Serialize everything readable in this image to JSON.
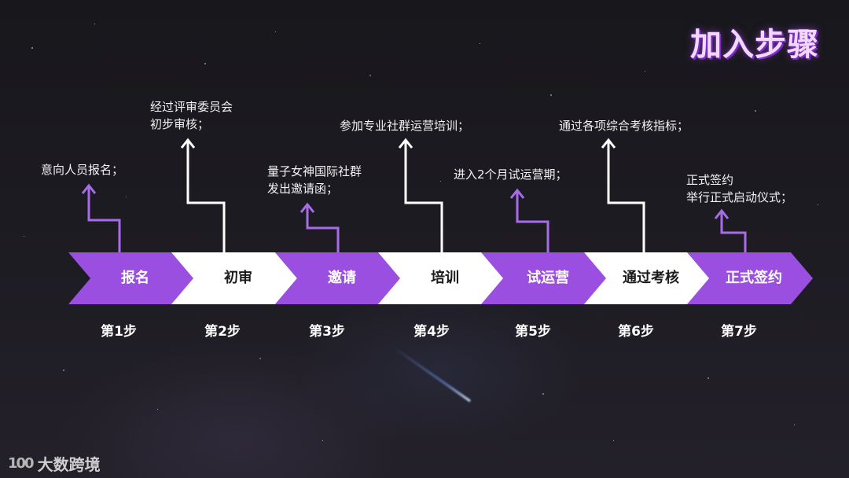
{
  "title": "加入步骤",
  "steps": [
    {
      "name": "报名",
      "step": "第1步",
      "note": [
        "意向人员报名；"
      ],
      "color": "purple"
    },
    {
      "name": "初审",
      "step": "第2步",
      "note": [
        "经过评审委员会",
        "初步审核；"
      ],
      "color": "white"
    },
    {
      "name": "邀请",
      "step": "第3步",
      "note": [
        "量子女神国际社群",
        "发出邀请函；"
      ],
      "color": "purple"
    },
    {
      "name": "培训",
      "step": "第4步",
      "note": [
        "参加专业社群运营培训；"
      ],
      "color": "white"
    },
    {
      "name": "试运营",
      "step": "第5步",
      "note": [
        "进入2个月试运营期；"
      ],
      "color": "purple"
    },
    {
      "name": "通过考核",
      "step": "第6步",
      "note": [
        "通过各项综合考核指标；"
      ],
      "color": "white"
    },
    {
      "name": "正式签约",
      "step": "第7步",
      "note": [
        "正式签约",
        "举行正式启动仪式；"
      ],
      "color": "purple"
    }
  ],
  "logo": {
    "mark": "100",
    "text": "大数跨境"
  },
  "colors": {
    "purple": "#9b4fe0",
    "white": "#ffffff",
    "arrow_purple": "#a86ce8",
    "arrow_white": "#ffffff"
  }
}
